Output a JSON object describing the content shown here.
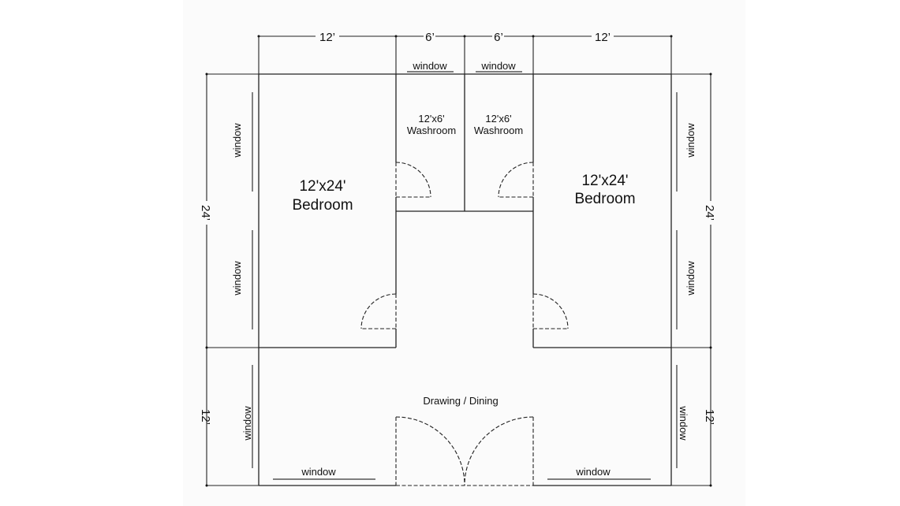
{
  "plan": {
    "dimensions": {
      "top": [
        "12’",
        "6’",
        "6’",
        "12’"
      ],
      "left_upper": "24’",
      "left_lower": "12’",
      "right_upper": "24’",
      "right_lower": "12’"
    },
    "rooms": {
      "bedroom_left": {
        "size": "12'x24'",
        "name": "Bedroom"
      },
      "washroom_left": {
        "size": "12'x6'",
        "name": "Washroom"
      },
      "washroom_right": {
        "size": "12'x6'",
        "name": "Washroom"
      },
      "bedroom_right": {
        "size": "12'x24'",
        "name": "Bedroom"
      },
      "drawing": {
        "name": "Drawing / Dining"
      }
    },
    "windows": {
      "washroom_left": "window",
      "washroom_right": "window",
      "bedroom_left_upper": "window",
      "bedroom_left_lower": "window",
      "bedroom_right_upper": "window",
      "bedroom_right_lower": "window",
      "drawing_left": "window",
      "drawing_right": "window",
      "drawing_bottom_left": "window",
      "drawing_bottom_right": "window"
    }
  },
  "colors": {
    "line": "#222222",
    "background": "#ffffff",
    "panel": "#fbfbfb"
  }
}
